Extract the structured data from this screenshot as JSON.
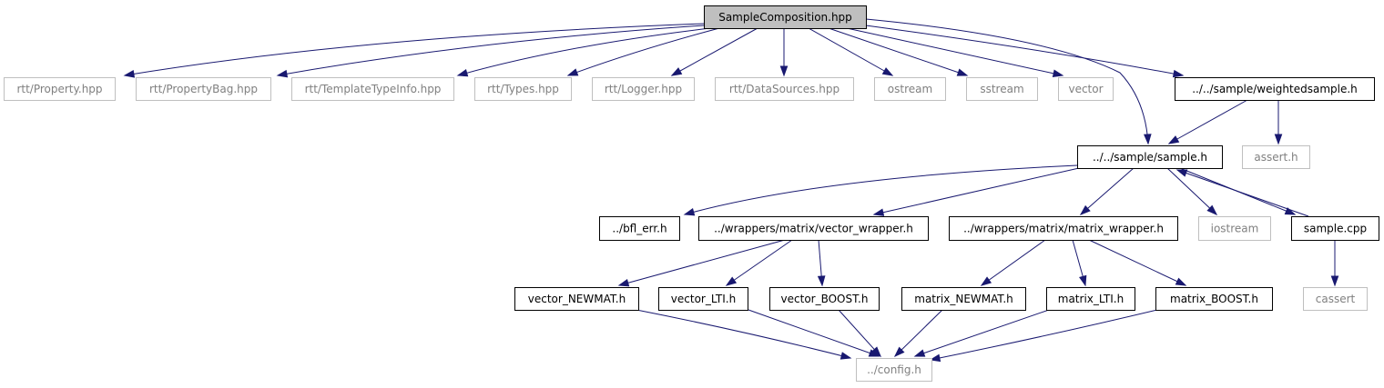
{
  "graph": {
    "colors": {
      "edge": "#191970",
      "node_border_resolved": "#000000",
      "node_border_unresolved": "#bfbfbf",
      "node_fill_root": "#bfbfbf",
      "node_text_resolved": "#000000",
      "node_text_unresolved": "#808080"
    },
    "nodes": [
      {
        "id": "root",
        "label": "SampleComposition.hpp",
        "kind": "root"
      },
      {
        "id": "rtt-property",
        "label": "rtt/Property.hpp",
        "kind": "unresolved"
      },
      {
        "id": "rtt-propertybag",
        "label": "rtt/PropertyBag.hpp",
        "kind": "unresolved"
      },
      {
        "id": "rtt-templatetypeinfo",
        "label": "rtt/TemplateTypeInfo.hpp",
        "kind": "unresolved"
      },
      {
        "id": "rtt-types",
        "label": "rtt/Types.hpp",
        "kind": "unresolved"
      },
      {
        "id": "rtt-logger",
        "label": "rtt/Logger.hpp",
        "kind": "unresolved"
      },
      {
        "id": "rtt-datasources",
        "label": "rtt/DataSources.hpp",
        "kind": "unresolved"
      },
      {
        "id": "ostream",
        "label": "ostream",
        "kind": "unresolved"
      },
      {
        "id": "sstream",
        "label": "sstream",
        "kind": "unresolved"
      },
      {
        "id": "vector",
        "label": "vector",
        "kind": "unresolved"
      },
      {
        "id": "weightedsample",
        "label": "../../sample/weightedsample.h",
        "kind": "resolved"
      },
      {
        "id": "sample-h",
        "label": "../../sample/sample.h",
        "kind": "resolved"
      },
      {
        "id": "assert-h",
        "label": "assert.h",
        "kind": "unresolved"
      },
      {
        "id": "bfl-err",
        "label": "../bfl_err.h",
        "kind": "resolved"
      },
      {
        "id": "vector-wrapper",
        "label": "../wrappers/matrix/vector_wrapper.h",
        "kind": "resolved"
      },
      {
        "id": "matrix-wrapper",
        "label": "../wrappers/matrix/matrix_wrapper.h",
        "kind": "resolved"
      },
      {
        "id": "iostream",
        "label": "iostream",
        "kind": "unresolved"
      },
      {
        "id": "sample-cpp",
        "label": "sample.cpp",
        "kind": "resolved"
      },
      {
        "id": "vector-newmat",
        "label": "vector_NEWMAT.h",
        "kind": "resolved"
      },
      {
        "id": "vector-lti",
        "label": "vector_LTI.h",
        "kind": "resolved"
      },
      {
        "id": "vector-boost",
        "label": "vector_BOOST.h",
        "kind": "resolved"
      },
      {
        "id": "matrix-newmat",
        "label": "matrix_NEWMAT.h",
        "kind": "resolved"
      },
      {
        "id": "matrix-lti",
        "label": "matrix_LTI.h",
        "kind": "resolved"
      },
      {
        "id": "matrix-boost",
        "label": "matrix_BOOST.h",
        "kind": "resolved"
      },
      {
        "id": "cassert",
        "label": "cassert",
        "kind": "unresolved"
      },
      {
        "id": "config-h",
        "label": "../config.h",
        "kind": "unresolved"
      }
    ],
    "edges": [
      {
        "from": "root",
        "to": "rtt-property"
      },
      {
        "from": "root",
        "to": "rtt-propertybag"
      },
      {
        "from": "root",
        "to": "rtt-templatetypeinfo"
      },
      {
        "from": "root",
        "to": "rtt-types"
      },
      {
        "from": "root",
        "to": "rtt-logger"
      },
      {
        "from": "root",
        "to": "rtt-datasources"
      },
      {
        "from": "root",
        "to": "ostream"
      },
      {
        "from": "root",
        "to": "sstream"
      },
      {
        "from": "root",
        "to": "vector"
      },
      {
        "from": "root",
        "to": "weightedsample"
      },
      {
        "from": "root",
        "to": "sample-h"
      },
      {
        "from": "weightedsample",
        "to": "sample-h"
      },
      {
        "from": "weightedsample",
        "to": "assert-h"
      },
      {
        "from": "sample-h",
        "to": "bfl-err"
      },
      {
        "from": "sample-h",
        "to": "vector-wrapper"
      },
      {
        "from": "sample-h",
        "to": "matrix-wrapper"
      },
      {
        "from": "sample-h",
        "to": "iostream"
      },
      {
        "from": "sample-h",
        "to": "sample-cpp"
      },
      {
        "from": "sample-cpp",
        "to": "sample-h"
      },
      {
        "from": "sample-cpp",
        "to": "cassert"
      },
      {
        "from": "vector-wrapper",
        "to": "vector-newmat"
      },
      {
        "from": "vector-wrapper",
        "to": "vector-lti"
      },
      {
        "from": "vector-wrapper",
        "to": "vector-boost"
      },
      {
        "from": "matrix-wrapper",
        "to": "matrix-newmat"
      },
      {
        "from": "matrix-wrapper",
        "to": "matrix-lti"
      },
      {
        "from": "matrix-wrapper",
        "to": "matrix-boost"
      },
      {
        "from": "vector-newmat",
        "to": "config-h"
      },
      {
        "from": "vector-lti",
        "to": "config-h"
      },
      {
        "from": "vector-boost",
        "to": "config-h"
      },
      {
        "from": "matrix-newmat",
        "to": "config-h"
      },
      {
        "from": "matrix-lti",
        "to": "config-h"
      },
      {
        "from": "matrix-boost",
        "to": "config-h"
      }
    ]
  }
}
